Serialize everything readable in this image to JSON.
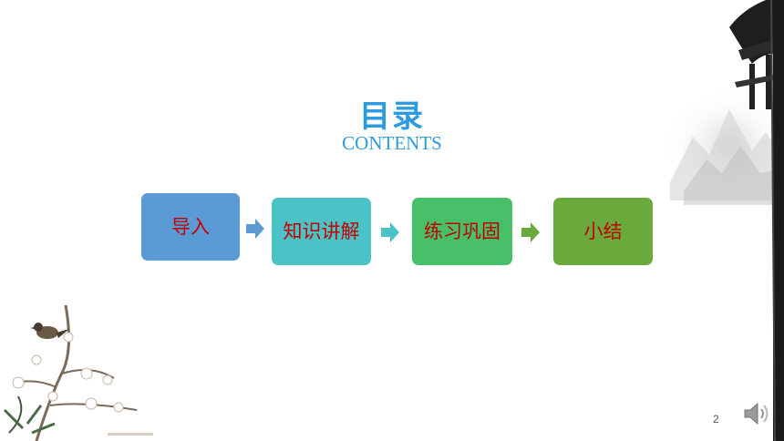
{
  "slide": {
    "title": "目录",
    "subtitle": "CONTENTS",
    "steps": [
      {
        "label": "导入",
        "color": "#5b9bd5"
      },
      {
        "label": "知识讲解",
        "color": "#4bc2c5"
      },
      {
        "label": "练习巩固",
        "color": "#48bf69"
      },
      {
        "label": "小结",
        "color": "#6aaa3c"
      }
    ],
    "arrow_colors": [
      "#5b9bd5",
      "#4bc2c5",
      "#6aaa3c"
    ],
    "text_color": "#c00000",
    "accent_color": "#2e9be0",
    "page_number": "2"
  },
  "icons": {
    "arrow": "arrow-right-icon",
    "audio": "speaker-icon",
    "decor_right": "ink-pavilion-mountain-decoration",
    "decor_left": "plum-blossom-bird-decoration"
  }
}
